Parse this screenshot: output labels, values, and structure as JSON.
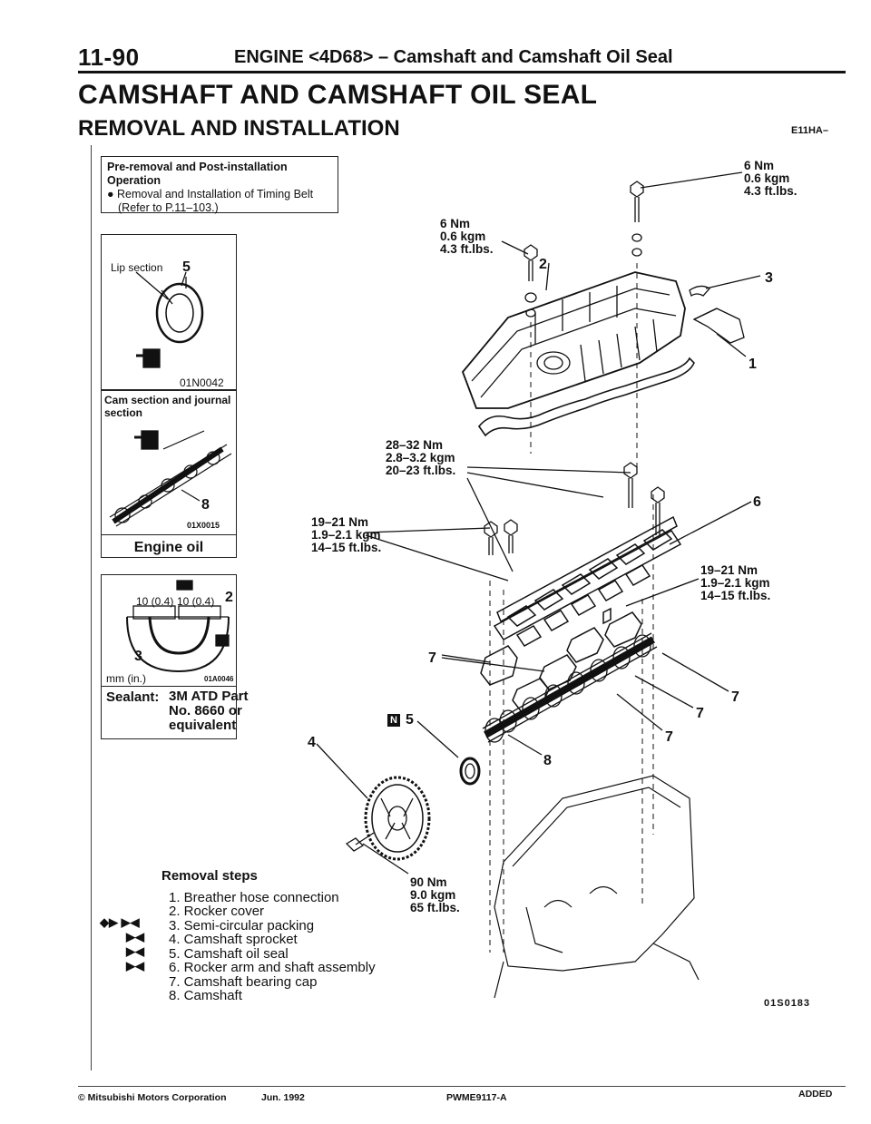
{
  "header": {
    "page_number": "11-90",
    "section_title": "ENGINE <4D68> – Camshaft and Camshaft Oil Seal"
  },
  "title": "CAMSHAFT AND CAMSHAFT OIL SEAL",
  "subtitle": "REMOVAL AND INSTALLATION",
  "doc_code": "E11HA–",
  "pre_removal": {
    "heading": "Pre-removal and Post-installation Operation",
    "bullet": "Removal and Installation of Timing Belt",
    "ref": "(Refer to P.11–103.)"
  },
  "panel1": {
    "lip_label": "Lip section",
    "part_num": "5",
    "fig_code": "01N0042"
  },
  "panel2": {
    "label": "Cam section and journal section",
    "part_num": "8",
    "fig_code": "01X0015",
    "caption": "Engine oil"
  },
  "panel3": {
    "dim1": "10 (0.4)",
    "dim2": "10 (0.4)",
    "num_a": "2",
    "num_b": "3",
    "unit": "mm (in.)",
    "fig_code": "01A0046",
    "sealant_label": "Sealant:",
    "sealant_line1": "3M ATD Part",
    "sealant_line2": "No. 8660 or",
    "sealant_line3": "equivalent"
  },
  "torques": {
    "t1": {
      "nm": "6 Nm",
      "kgm": "0.6 kgm",
      "ftlb": "4.3 ft.lbs."
    },
    "t2": {
      "nm": "6 Nm",
      "kgm": "0.6 kgm",
      "ftlb": "4.3 ft.lbs."
    },
    "t3": {
      "nm": "28–32 Nm",
      "kgm": "2.8–3.2 kgm",
      "ftlb": "20–23 ft.lbs."
    },
    "t4": {
      "nm": "19–21 Nm",
      "kgm": "1.9–2.1 kgm",
      "ftlb": "14–15 ft.lbs."
    },
    "t5": {
      "nm": "19–21 Nm",
      "kgm": "1.9–2.1 kgm",
      "ftlb": "14–15 ft.lbs."
    },
    "t6": {
      "nm": "90 Nm",
      "kgm": "9.0 kgm",
      "ftlb": "65 ft.lbs."
    }
  },
  "callouts": {
    "c1": "1",
    "c2": "2",
    "c3": "3",
    "c4": "4",
    "c5": "5",
    "c6": "6",
    "c7a": "7",
    "c7b": "7",
    "c7c": "7",
    "c7d": "7",
    "c8": "8",
    "new_badge": "N"
  },
  "removal_steps": {
    "heading": "Removal steps",
    "items": [
      "1.  Breather hose connection",
      "2.  Rocker cover",
      "3.  Semi-circular packing",
      "4.  Camshaft sprocket",
      "5.  Camshaft oil seal",
      "6.  Rocker arm and shaft assembly",
      "7.  Camshaft bearing cap",
      "8.  Camshaft"
    ]
  },
  "step_marks": {
    "m4": "◆▶  ▶◀",
    "m5": "▶◀",
    "m6": "▶◀",
    "m7": "▶◀"
  },
  "figure_code": "01S0183",
  "footer": {
    "copyright": "© Mitsubishi Motors Corporation",
    "date": "Jun. 1992",
    "doc": "PWME9117-A",
    "status": "ADDED"
  }
}
